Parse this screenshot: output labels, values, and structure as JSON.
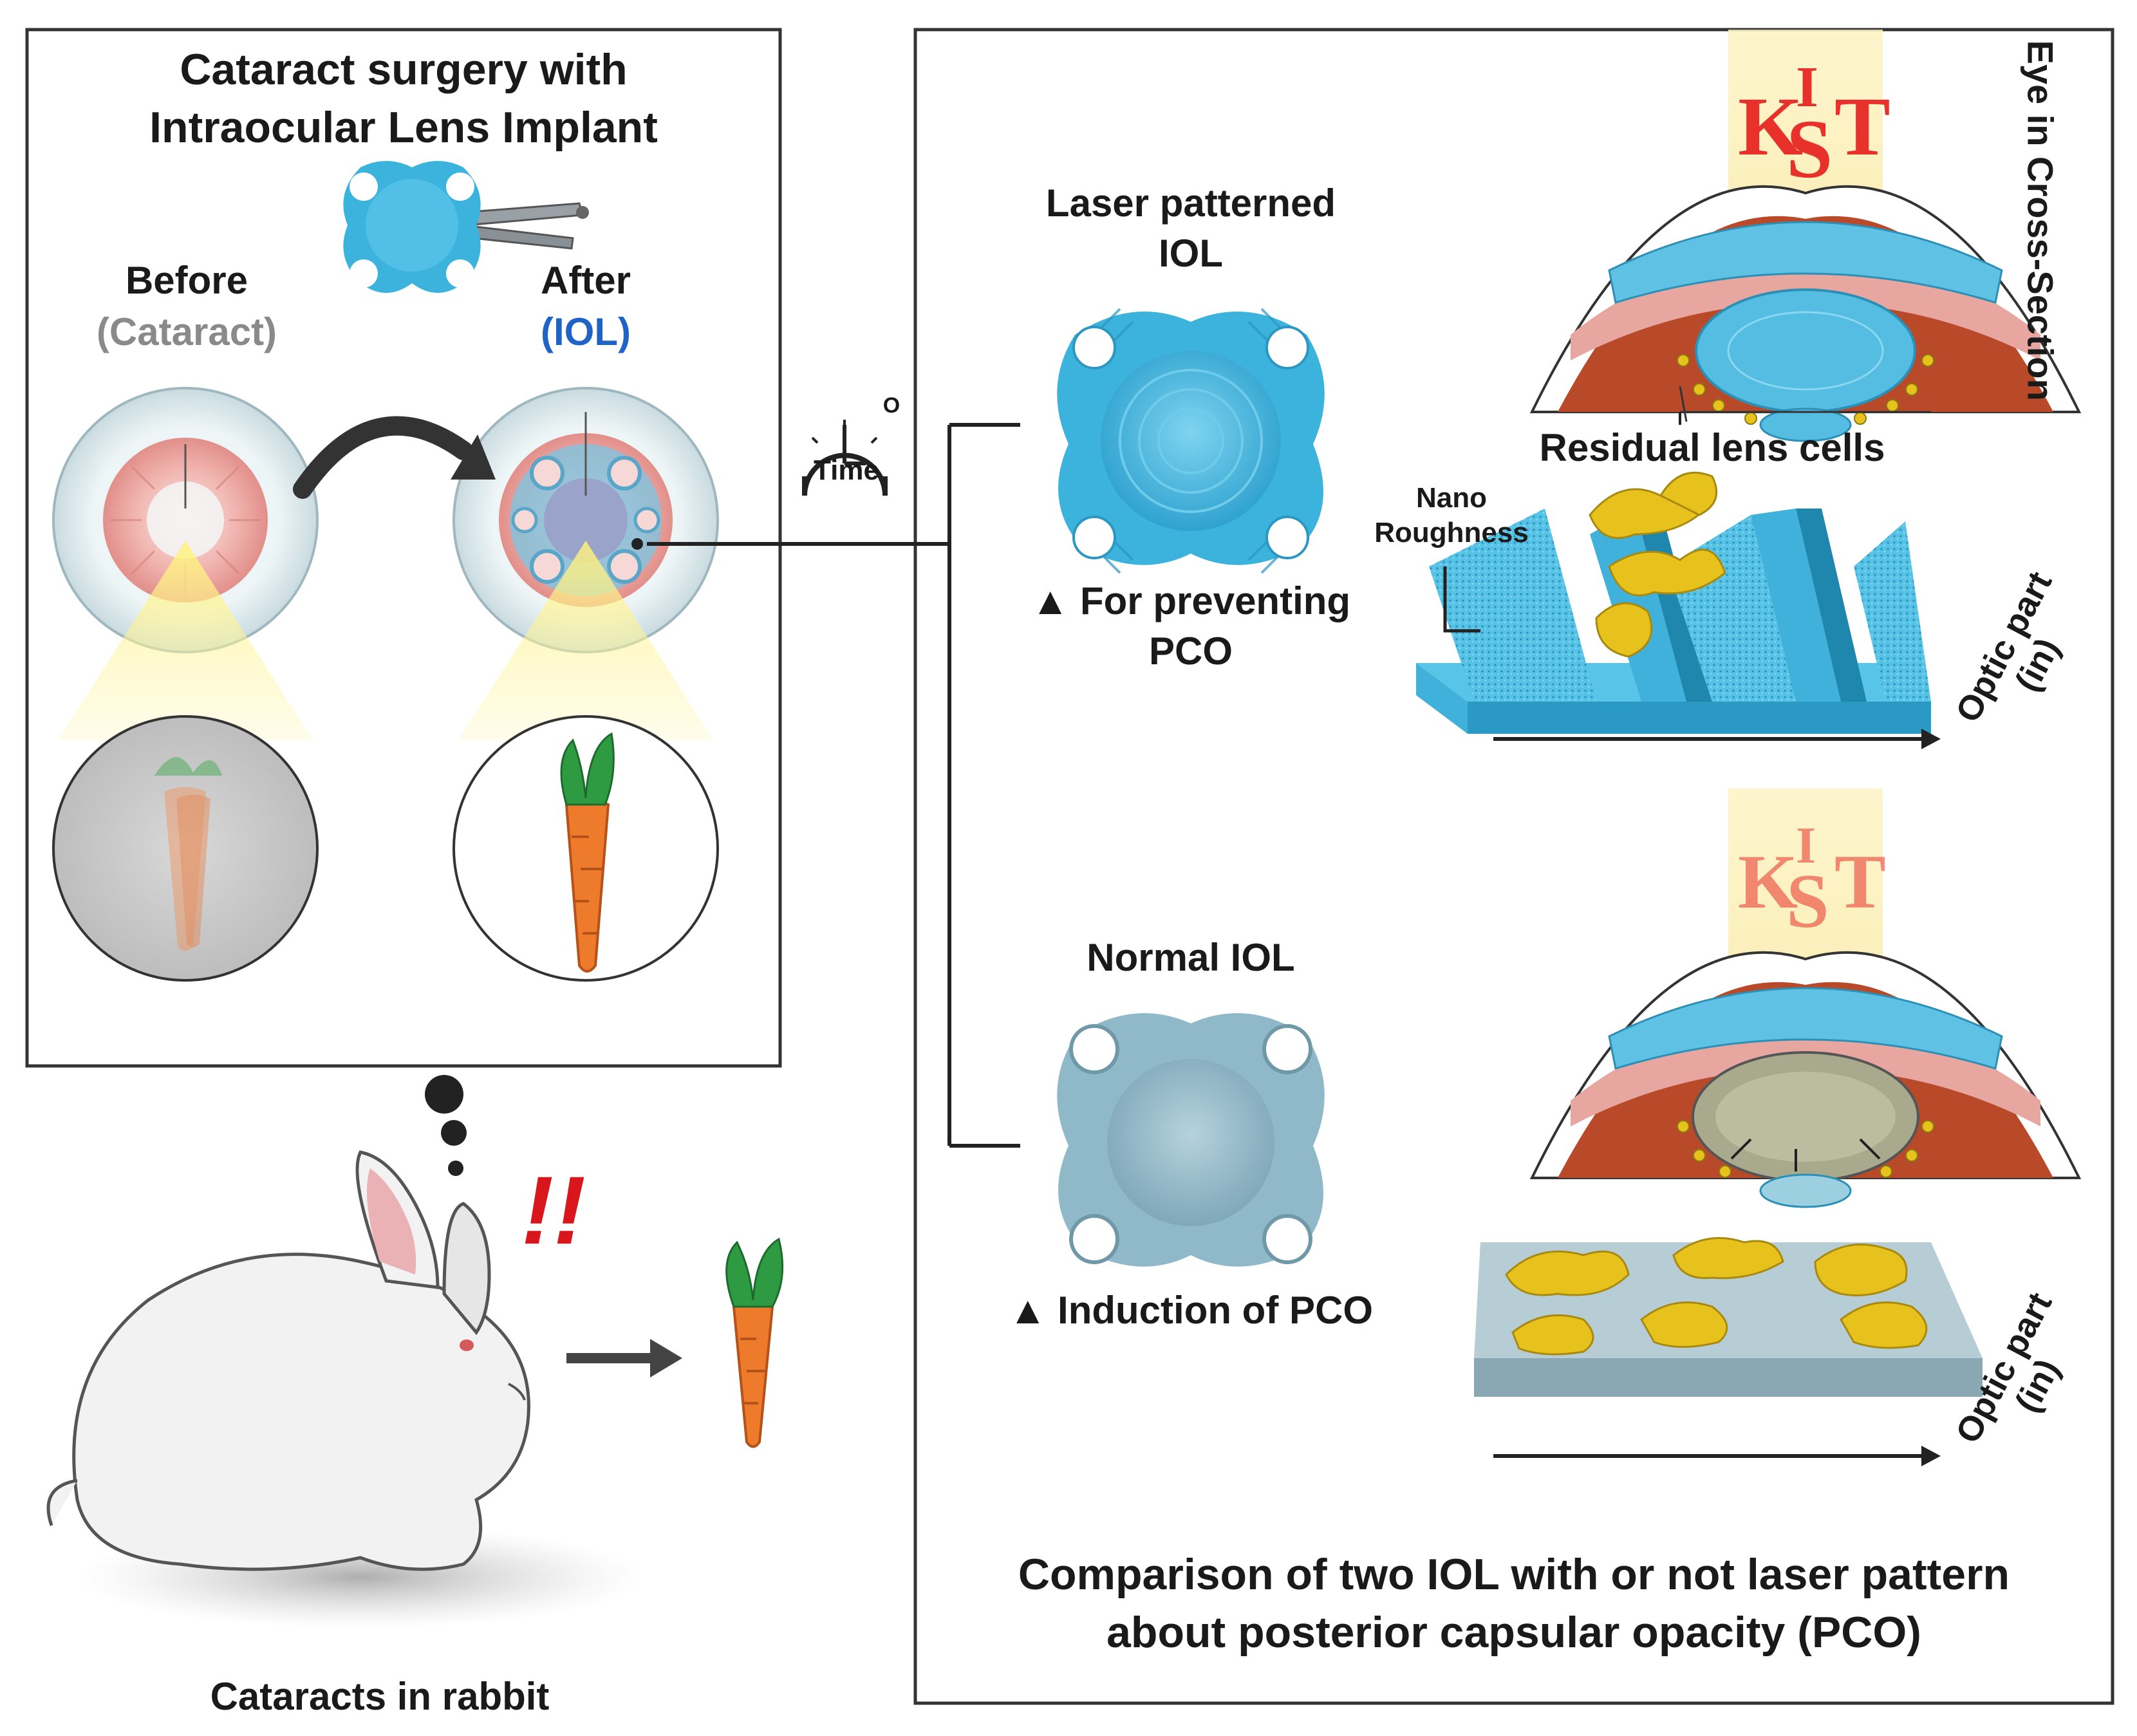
{
  "left_panel": {
    "title_line1": "Cataract surgery with",
    "title_line2": "Intraocular Lens Implant",
    "before_label": "Before",
    "before_sub": "(Cataract)",
    "after_label": "After",
    "after_sub": "(IOL)"
  },
  "time_label": "Time",
  "time_degree": "O",
  "right_panel": {
    "side_title": "Eye in Cross-Section",
    "laser_iol_line1": "Laser patterned",
    "laser_iol_line2": "IOL",
    "laser_caption_line1": "▲ For preventing",
    "laser_caption_line2": "PCO",
    "normal_iol": "Normal IOL",
    "normal_caption": "▲ Induction of PCO",
    "residual_cells": "Residual lens cells",
    "nano_line1": "Nano",
    "nano_line2": "Roughness",
    "optic_line1": "Optic part",
    "optic_line2": "(in)",
    "logo_text": "KIST",
    "comparison_line1": "Comparison of two IOL with or not laser pattern",
    "comparison_line2": "about posterior capsular opacity (PCO)"
  },
  "rabbit": {
    "exclaim": "!!",
    "caption": "Cataracts in rabbit"
  },
  "colors": {
    "iol_blue": "#3bb3dc",
    "normal_iol": "#8fb9c9",
    "iris_pink": "#e9a8a4",
    "cell_yellow": "#e8c21c",
    "logo_red": "#e8312a",
    "after_label_blue": "#1f63c7",
    "cataract_gray": "#8a8a8a"
  }
}
